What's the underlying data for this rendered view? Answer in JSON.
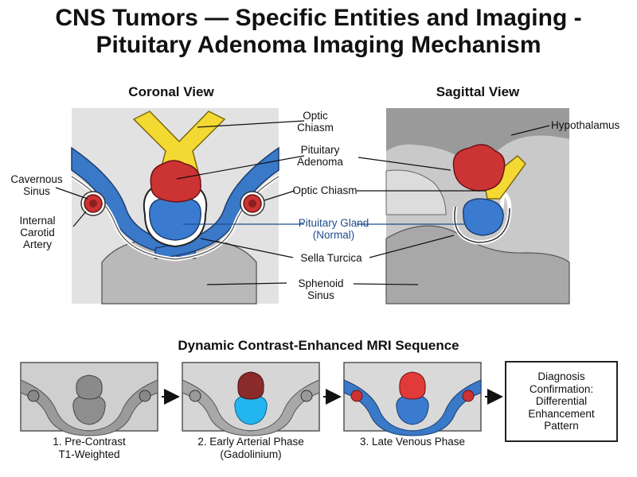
{
  "title": {
    "line1": "CNS Tumors — Specific Entities and Imaging -",
    "line2": "Pituitary Adenoma Imaging Mechanism"
  },
  "coronal": {
    "heading": "Coronal View",
    "labels": {
      "optic_chiasm_1": "Optic",
      "optic_chiasm_2": "Chiasm",
      "pituitary_adenoma_1": "Pituitary",
      "pituitary_adenoma_2": "Adenoma",
      "cavernous_sinus_1": "Cavernous",
      "cavernous_sinus_2": "Sinus",
      "ica_1": "Internal",
      "ica_2": "Carotid",
      "ica_3": "Artery",
      "optic_chiasm_shared": "Optic Chiasm",
      "pituitary_gland_1": "Pituitary Gland",
      "pituitary_gland_2": "(Normal)",
      "sella_turcica": "Sella Turcica",
      "sphenoid_sinus": "Sphenoid Sinus"
    }
  },
  "sagittal": {
    "heading": "Sagittal View",
    "labels": {
      "hypothalamus": "Hypothalamus"
    }
  },
  "sequence": {
    "heading": "Dynamic Contrast-Enhanced MRI Sequence",
    "steps": [
      {
        "line1": "1. Pre-Contrast",
        "line2": "T1-Weighted"
      },
      {
        "line1": "2. Early Arterial Phase",
        "line2": "(Gadolinium)"
      },
      {
        "line1": "3. Late Venous Phase",
        "line2": ""
      }
    ],
    "final": {
      "line1": "Diagnosis",
      "line2": "Confirmation:",
      "line3": "Differential",
      "line4": "Enhancement",
      "line5": "Pattern"
    }
  },
  "colors": {
    "chiasm_yellow": "#f5d933",
    "adenoma_red": "#cc3333",
    "gland_blue": "#3a7bd0",
    "sinus_blue": "#3a78c8",
    "bone_gray": "#bdbdbd",
    "bright_cyan": "#22b5f0"
  }
}
